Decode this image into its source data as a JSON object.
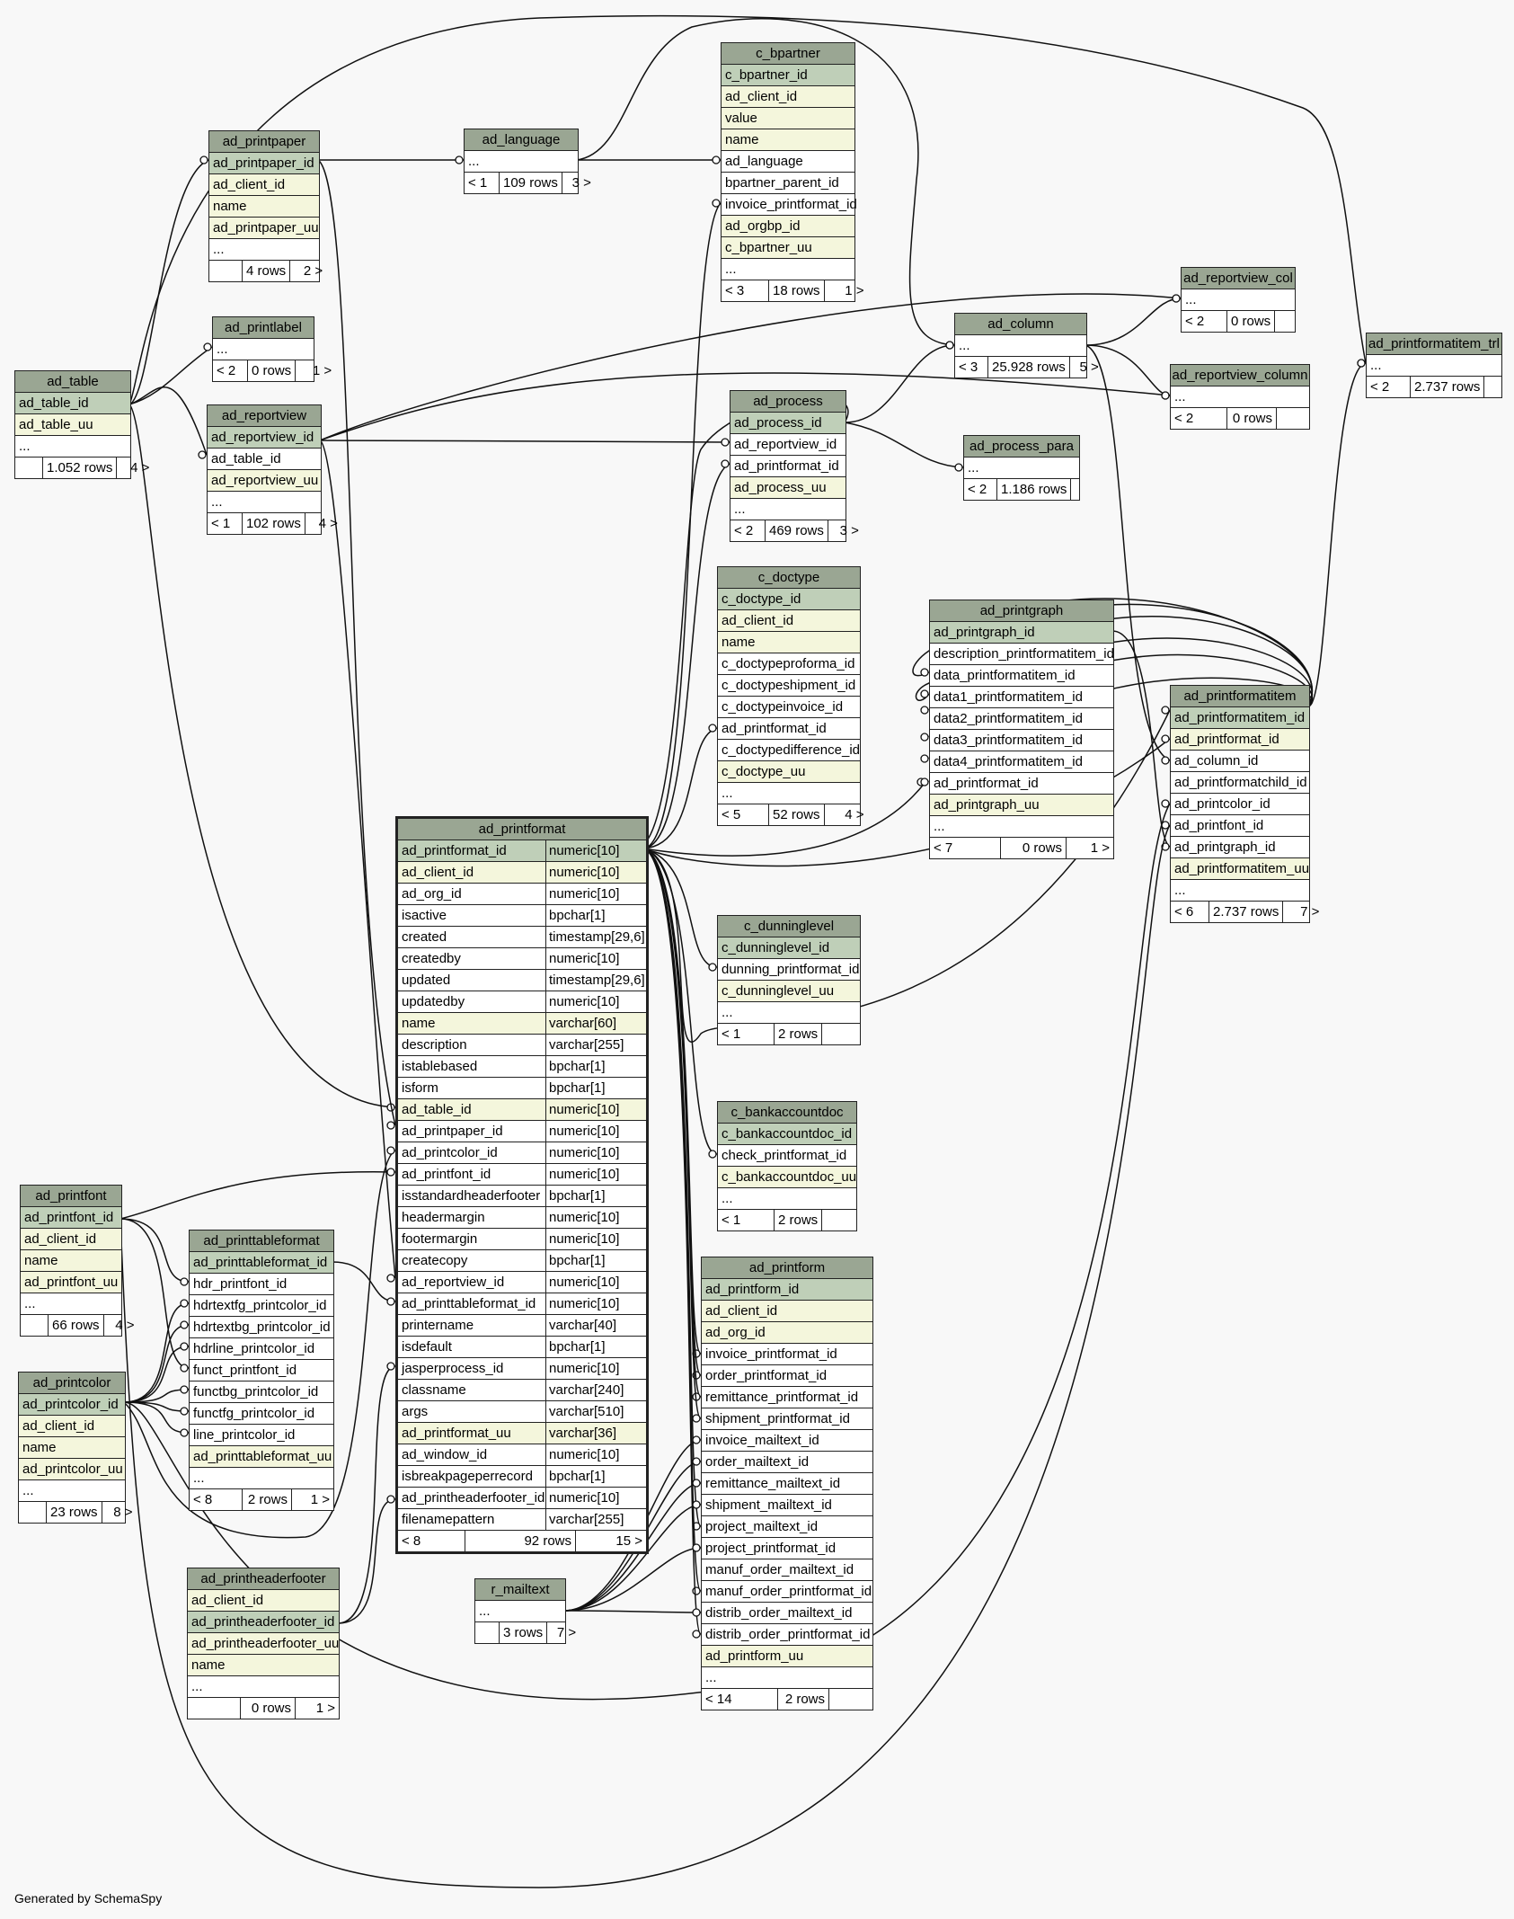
{
  "footer_text": "Generated by SchemaSpy",
  "tables": [
    {
      "id": "ad_table",
      "name": "ad_table",
      "rows": [
        {
          "c": "ad_table_id",
          "k": "pk"
        },
        {
          "c": "ad_table_uu",
          "k": "ix"
        },
        {
          "c": "..."
        }
      ],
      "footer": [
        "",
        "1.052 rows",
        "4 >"
      ]
    },
    {
      "id": "ad_printpaper",
      "name": "ad_printpaper",
      "rows": [
        {
          "c": "ad_printpaper_id",
          "k": "pk"
        },
        {
          "c": "ad_client_id",
          "k": "ix"
        },
        {
          "c": "name",
          "k": "ix"
        },
        {
          "c": "ad_printpaper_uu",
          "k": "ix"
        },
        {
          "c": "..."
        }
      ],
      "footer": [
        "",
        "4 rows",
        "2 >"
      ]
    },
    {
      "id": "ad_printlabel",
      "name": "ad_printlabel",
      "rows": [
        {
          "c": "..."
        }
      ],
      "footer": [
        "< 2",
        "0 rows",
        "1 >"
      ]
    },
    {
      "id": "ad_reportview",
      "name": "ad_reportview",
      "rows": [
        {
          "c": "ad_reportview_id",
          "k": "pk"
        },
        {
          "c": "ad_table_id"
        },
        {
          "c": "ad_reportview_uu",
          "k": "ix"
        },
        {
          "c": "..."
        }
      ],
      "footer": [
        "< 1",
        "102 rows",
        "4 >"
      ]
    },
    {
      "id": "ad_language",
      "name": "ad_language",
      "rows": [
        {
          "c": "..."
        }
      ],
      "footer": [
        "< 1",
        "109 rows",
        "3 >"
      ]
    },
    {
      "id": "c_bpartner",
      "name": "c_bpartner",
      "rows": [
        {
          "c": "c_bpartner_id",
          "k": "pk"
        },
        {
          "c": "ad_client_id",
          "k": "ix"
        },
        {
          "c": "value",
          "k": "ix"
        },
        {
          "c": "name",
          "k": "ix"
        },
        {
          "c": "ad_language"
        },
        {
          "c": "bpartner_parent_id"
        },
        {
          "c": "invoice_printformat_id"
        },
        {
          "c": "ad_orgbp_id",
          "k": "ix"
        },
        {
          "c": "c_bpartner_uu",
          "k": "ix"
        },
        {
          "c": "..."
        }
      ],
      "footer": [
        "< 3",
        "18 rows",
        "1 >"
      ]
    },
    {
      "id": "ad_column",
      "name": "ad_column",
      "rows": [
        {
          "c": "..."
        }
      ],
      "footer": [
        "< 3",
        "25.928 rows",
        "5 >"
      ]
    },
    {
      "id": "ad_reportview_col",
      "name": "ad_reportview_col",
      "rows": [
        {
          "c": "..."
        }
      ],
      "footer": [
        "< 2",
        "0 rows",
        ""
      ]
    },
    {
      "id": "ad_reportview_column",
      "name": "ad_reportview_column",
      "rows": [
        {
          "c": "..."
        }
      ],
      "footer": [
        "< 2",
        "0 rows",
        ""
      ]
    },
    {
      "id": "ad_printformatitem_trl",
      "name": "ad_printformatitem_trl",
      "rows": [
        {
          "c": "..."
        }
      ],
      "footer": [
        "< 2",
        "2.737 rows",
        ""
      ]
    },
    {
      "id": "ad_process",
      "name": "ad_process",
      "rows": [
        {
          "c": "ad_process_id",
          "k": "pk"
        },
        {
          "c": "ad_reportview_id"
        },
        {
          "c": "ad_printformat_id"
        },
        {
          "c": "ad_process_uu",
          "k": "ix"
        },
        {
          "c": "..."
        }
      ],
      "footer": [
        "< 2",
        "469 rows",
        "3 >"
      ]
    },
    {
      "id": "ad_process_para",
      "name": "ad_process_para",
      "rows": [
        {
          "c": "..."
        }
      ],
      "footer": [
        "< 2",
        "1.186 rows",
        ""
      ]
    },
    {
      "id": "c_doctype",
      "name": "c_doctype",
      "rows": [
        {
          "c": "c_doctype_id",
          "k": "pk"
        },
        {
          "c": "ad_client_id",
          "k": "ix"
        },
        {
          "c": "name",
          "k": "ix"
        },
        {
          "c": "c_doctypeproforma_id"
        },
        {
          "c": "c_doctypeshipment_id"
        },
        {
          "c": "c_doctypeinvoice_id"
        },
        {
          "c": "ad_printformat_id"
        },
        {
          "c": "c_doctypedifference_id"
        },
        {
          "c": "c_doctype_uu",
          "k": "ix"
        },
        {
          "c": "..."
        }
      ],
      "footer": [
        "< 5",
        "52 rows",
        "4 >"
      ]
    },
    {
      "id": "ad_printgraph",
      "name": "ad_printgraph",
      "rows": [
        {
          "c": "ad_printgraph_id",
          "k": "pk"
        },
        {
          "c": "description_printformatitem_id"
        },
        {
          "c": "data_printformatitem_id"
        },
        {
          "c": "data1_printformatitem_id"
        },
        {
          "c": "data2_printformatitem_id"
        },
        {
          "c": "data3_printformatitem_id"
        },
        {
          "c": "data4_printformatitem_id"
        },
        {
          "c": "ad_printformat_id"
        },
        {
          "c": "ad_printgraph_uu",
          "k": "ix"
        },
        {
          "c": "..."
        }
      ],
      "footer": [
        "< 7",
        "0 rows",
        "1 >"
      ]
    },
    {
      "id": "ad_printformatitem",
      "name": "ad_printformatitem",
      "rows": [
        {
          "c": "ad_printformatitem_id",
          "k": "pk"
        },
        {
          "c": "ad_printformat_id",
          "k": "ix"
        },
        {
          "c": "ad_column_id"
        },
        {
          "c": "ad_printformatchild_id"
        },
        {
          "c": "ad_printcolor_id"
        },
        {
          "c": "ad_printfont_id"
        },
        {
          "c": "ad_printgraph_id"
        },
        {
          "c": "ad_printformatitem_uu",
          "k": "ix"
        },
        {
          "c": "..."
        }
      ],
      "footer": [
        "< 6",
        "2.737 rows",
        "7 >"
      ]
    },
    {
      "id": "ad_printformat",
      "name": "ad_printformat",
      "main": true,
      "rows": [
        {
          "c": "ad_printformat_id",
          "t": "numeric[10]",
          "k": "pk"
        },
        {
          "c": "ad_client_id",
          "t": "numeric[10]",
          "k": "ix"
        },
        {
          "c": "ad_org_id",
          "t": "numeric[10]"
        },
        {
          "c": "isactive",
          "t": "bpchar[1]"
        },
        {
          "c": "created",
          "t": "timestamp[29,6]"
        },
        {
          "c": "createdby",
          "t": "numeric[10]"
        },
        {
          "c": "updated",
          "t": "timestamp[29,6]"
        },
        {
          "c": "updatedby",
          "t": "numeric[10]"
        },
        {
          "c": "name",
          "t": "varchar[60]",
          "k": "ix"
        },
        {
          "c": "description",
          "t": "varchar[255]"
        },
        {
          "c": "istablebased",
          "t": "bpchar[1]"
        },
        {
          "c": "isform",
          "t": "bpchar[1]"
        },
        {
          "c": "ad_table_id",
          "t": "numeric[10]",
          "k": "ix"
        },
        {
          "c": "ad_printpaper_id",
          "t": "numeric[10]"
        },
        {
          "c": "ad_printcolor_id",
          "t": "numeric[10]"
        },
        {
          "c": "ad_printfont_id",
          "t": "numeric[10]"
        },
        {
          "c": "isstandardheaderfooter",
          "t": "bpchar[1]"
        },
        {
          "c": "headermargin",
          "t": "numeric[10]"
        },
        {
          "c": "footermargin",
          "t": "numeric[10]"
        },
        {
          "c": "createcopy",
          "t": "bpchar[1]"
        },
        {
          "c": "ad_reportview_id",
          "t": "numeric[10]"
        },
        {
          "c": "ad_printtableformat_id",
          "t": "numeric[10]"
        },
        {
          "c": "printername",
          "t": "varchar[40]"
        },
        {
          "c": "isdefault",
          "t": "bpchar[1]"
        },
        {
          "c": "jasperprocess_id",
          "t": "numeric[10]"
        },
        {
          "c": "classname",
          "t": "varchar[240]"
        },
        {
          "c": "args",
          "t": "varchar[510]"
        },
        {
          "c": "ad_printformat_uu",
          "t": "varchar[36]",
          "k": "ix"
        },
        {
          "c": "ad_window_id",
          "t": "numeric[10]"
        },
        {
          "c": "isbreakpageperrecord",
          "t": "bpchar[1]"
        },
        {
          "c": "ad_printheaderfooter_id",
          "t": "numeric[10]"
        },
        {
          "c": "filenamepattern",
          "t": "varchar[255]"
        }
      ],
      "footer": [
        "< 8",
        "92 rows",
        "15 >"
      ]
    },
    {
      "id": "c_dunninglevel",
      "name": "c_dunninglevel",
      "rows": [
        {
          "c": "c_dunninglevel_id",
          "k": "pk"
        },
        {
          "c": "dunning_printformat_id"
        },
        {
          "c": "c_dunninglevel_uu",
          "k": "ix"
        },
        {
          "c": "..."
        }
      ],
      "footer": [
        "< 1",
        "2 rows",
        ""
      ]
    },
    {
      "id": "c_bankaccountdoc",
      "name": "c_bankaccountdoc",
      "rows": [
        {
          "c": "c_bankaccountdoc_id",
          "k": "pk"
        },
        {
          "c": "check_printformat_id"
        },
        {
          "c": "c_bankaccountdoc_uu",
          "k": "ix"
        },
        {
          "c": "..."
        }
      ],
      "footer": [
        "< 1",
        "2 rows",
        ""
      ]
    },
    {
      "id": "ad_printfont",
      "name": "ad_printfont",
      "rows": [
        {
          "c": "ad_printfont_id",
          "k": "pk"
        },
        {
          "c": "ad_client_id",
          "k": "ix"
        },
        {
          "c": "name",
          "k": "ix"
        },
        {
          "c": "ad_printfont_uu",
          "k": "ix"
        },
        {
          "c": "..."
        }
      ],
      "footer": [
        "",
        "66 rows",
        "4 >"
      ]
    },
    {
      "id": "ad_printtableformat",
      "name": "ad_printtableformat",
      "rows": [
        {
          "c": "ad_printtableformat_id",
          "k": "pk"
        },
        {
          "c": "hdr_printfont_id"
        },
        {
          "c": "hdrtextfg_printcolor_id"
        },
        {
          "c": "hdrtextbg_printcolor_id"
        },
        {
          "c": "hdrline_printcolor_id"
        },
        {
          "c": "funct_printfont_id"
        },
        {
          "c": "functbg_printcolor_id"
        },
        {
          "c": "functfg_printcolor_id"
        },
        {
          "c": "line_printcolor_id"
        },
        {
          "c": "ad_printtableformat_uu",
          "k": "ix"
        },
        {
          "c": "..."
        }
      ],
      "footer": [
        "< 8",
        "2 rows",
        "1 >"
      ]
    },
    {
      "id": "ad_printcolor",
      "name": "ad_printcolor",
      "rows": [
        {
          "c": "ad_printcolor_id",
          "k": "pk"
        },
        {
          "c": "ad_client_id",
          "k": "ix"
        },
        {
          "c": "name",
          "k": "ix"
        },
        {
          "c": "ad_printcolor_uu",
          "k": "ix"
        },
        {
          "c": "..."
        }
      ],
      "footer": [
        "",
        "23 rows",
        "8 >"
      ]
    },
    {
      "id": "ad_printheaderfooter",
      "name": "ad_printheaderfooter",
      "rows": [
        {
          "c": "ad_client_id",
          "k": "ix"
        },
        {
          "c": "ad_printheaderfooter_id",
          "k": "pk"
        },
        {
          "c": "ad_printheaderfooter_uu",
          "k": "ix"
        },
        {
          "c": "name",
          "k": "ix"
        },
        {
          "c": "..."
        }
      ],
      "footer": [
        "",
        "0 rows",
        "1 >"
      ]
    },
    {
      "id": "r_mailtext",
      "name": "r_mailtext",
      "rows": [
        {
          "c": "..."
        }
      ],
      "footer": [
        "",
        "3 rows",
        "7 >"
      ]
    },
    {
      "id": "ad_printform",
      "name": "ad_printform",
      "rows": [
        {
          "c": "ad_printform_id",
          "k": "pk"
        },
        {
          "c": "ad_client_id",
          "k": "ix"
        },
        {
          "c": "ad_org_id",
          "k": "ix"
        },
        {
          "c": "invoice_printformat_id"
        },
        {
          "c": "order_printformat_id"
        },
        {
          "c": "remittance_printformat_id"
        },
        {
          "c": "shipment_printformat_id"
        },
        {
          "c": "invoice_mailtext_id"
        },
        {
          "c": "order_mailtext_id"
        },
        {
          "c": "remittance_mailtext_id"
        },
        {
          "c": "shipment_mailtext_id"
        },
        {
          "c": "project_mailtext_id"
        },
        {
          "c": "project_printformat_id"
        },
        {
          "c": "manuf_order_mailtext_id"
        },
        {
          "c": "manuf_order_printformat_id"
        },
        {
          "c": "distrib_order_mailtext_id"
        },
        {
          "c": "distrib_order_printformat_id"
        },
        {
          "c": "ad_printform_uu",
          "k": "ix"
        },
        {
          "c": "..."
        }
      ],
      "footer": [
        "< 14",
        "2 rows",
        ""
      ]
    }
  ]
}
